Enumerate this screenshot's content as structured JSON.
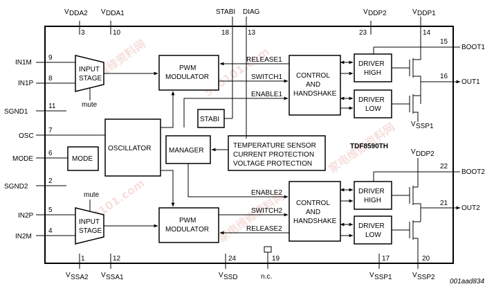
{
  "part_number": "TDF8590TH",
  "drawing_code": "001aad834",
  "watermark": {
    "text": "家电维修资料网",
    "sub": "520101.com"
  },
  "supply_pins": {
    "vdda2": {
      "name": "V",
      "sub": "DDA2",
      "pin": "3"
    },
    "vdda1": {
      "name": "V",
      "sub": "DDA1",
      "pin": "10"
    },
    "stabi": {
      "name": "STABI",
      "pin": "18"
    },
    "diag": {
      "name": "DIAG",
      "pin": "13"
    },
    "vddp2_top": {
      "name": "V",
      "sub": "DDP2",
      "pin": "23"
    },
    "vddp1": {
      "name": "V",
      "sub": "DDP1",
      "pin": "14"
    },
    "vddp2_mid": {
      "name": "V",
      "sub": "DDP2"
    },
    "vssa2": {
      "name": "V",
      "sub": "SSA2",
      "pin": "1"
    },
    "vssa1": {
      "name": "V",
      "sub": "SSA1",
      "pin": "12"
    },
    "vssd": {
      "name": "V",
      "sub": "SSD",
      "pin": "24"
    },
    "nc": {
      "name": "n.c.",
      "pin": "19"
    },
    "vssp1_bottom": {
      "name": "V",
      "sub": "SSP1",
      "pin": "17"
    },
    "vssp2": {
      "name": "V",
      "sub": "SSP2",
      "pin": "20"
    },
    "vssp1_mid": {
      "name": "V",
      "sub": "SSP1"
    }
  },
  "left_pins": [
    {
      "name": "IN1M",
      "pin": "9"
    },
    {
      "name": "IN1P",
      "pin": "8"
    },
    {
      "name": "SGND1",
      "pin": "11"
    },
    {
      "name": "OSC",
      "pin": "7"
    },
    {
      "name": "MODE",
      "pin": "6"
    },
    {
      "name": "SGND2",
      "pin": "2"
    },
    {
      "name": "IN2P",
      "pin": "5"
    },
    {
      "name": "IN2M",
      "pin": "4"
    }
  ],
  "right_pins": [
    {
      "name": "BOOT1",
      "pin": "15"
    },
    {
      "name": "OUT1",
      "pin": "16"
    },
    {
      "name": "BOOT2",
      "pin": "22"
    },
    {
      "name": "OUT2",
      "pin": "21"
    }
  ],
  "blocks": {
    "input_stage": [
      "INPUT",
      "STAGE"
    ],
    "pwm_modulator": [
      "PWM",
      "MODULATOR"
    ],
    "control_handshake": [
      "CONTROL",
      "AND",
      "HANDSHAKE"
    ],
    "driver_high": [
      "DRIVER",
      "HIGH"
    ],
    "driver_low": [
      "DRIVER",
      "LOW"
    ],
    "oscillator": "OSCILLATOR",
    "mode": "MODE",
    "manager": "MANAGER",
    "stabi": "STABI",
    "protection": [
      "TEMPERATURE SENSOR",
      "CURRENT PROTECTION",
      "VOLTAGE PROTECTION"
    ],
    "mute": "mute"
  },
  "signals": {
    "release1": "RELEASE1",
    "switch1": "SWITCH1",
    "enable1": "ENABLE1",
    "enable2": "ENABLE2",
    "switch2": "SWITCH2",
    "release2": "RELEASE2"
  }
}
